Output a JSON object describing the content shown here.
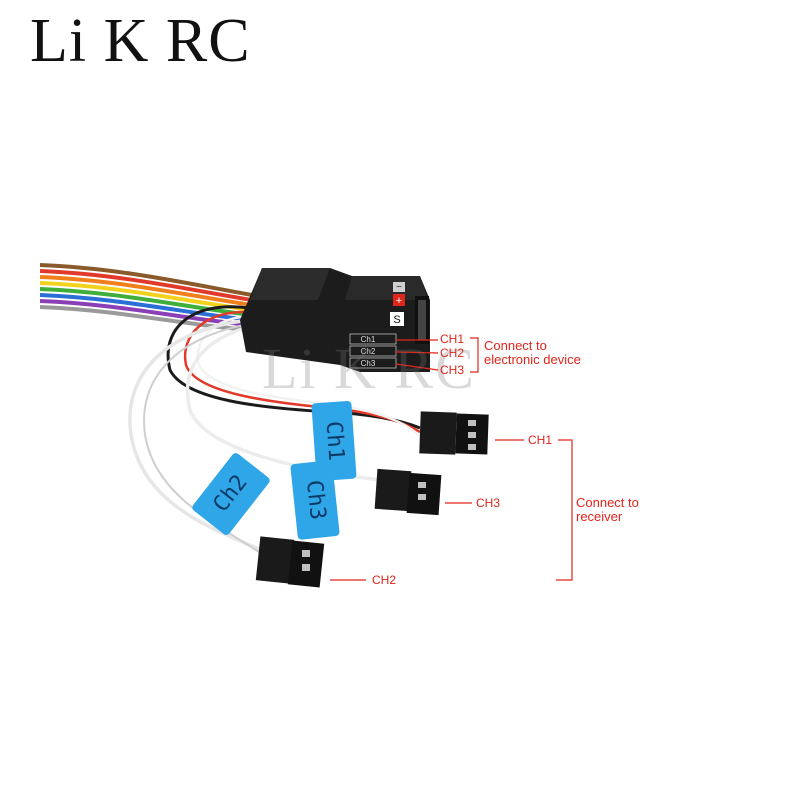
{
  "brand": {
    "name": "Li K RC",
    "watermark": "Li K RC"
  },
  "device": {
    "minus_symbol": "−",
    "plus_symbol": "+",
    "s_label": "S",
    "port_labels": [
      "Ch1",
      "Ch2",
      "Ch3"
    ]
  },
  "cable_tags": {
    "ch1": "Ch1",
    "ch2": "Ch2",
    "ch3": "Ch3"
  },
  "callouts": {
    "device_ch1": "CH1",
    "device_ch2": "CH2",
    "device_ch3": "CH3",
    "device_group": "Connect to\nelectronic device",
    "plug_ch1": "CH1",
    "plug_ch2": "CH2",
    "plug_ch3": "CH3",
    "receiver_group": "Connect to\nreceiver"
  },
  "colors": {
    "callout_red": "#e0251b",
    "tag_blue": "#2fa6e8",
    "device_black": "#1c1c1c"
  }
}
